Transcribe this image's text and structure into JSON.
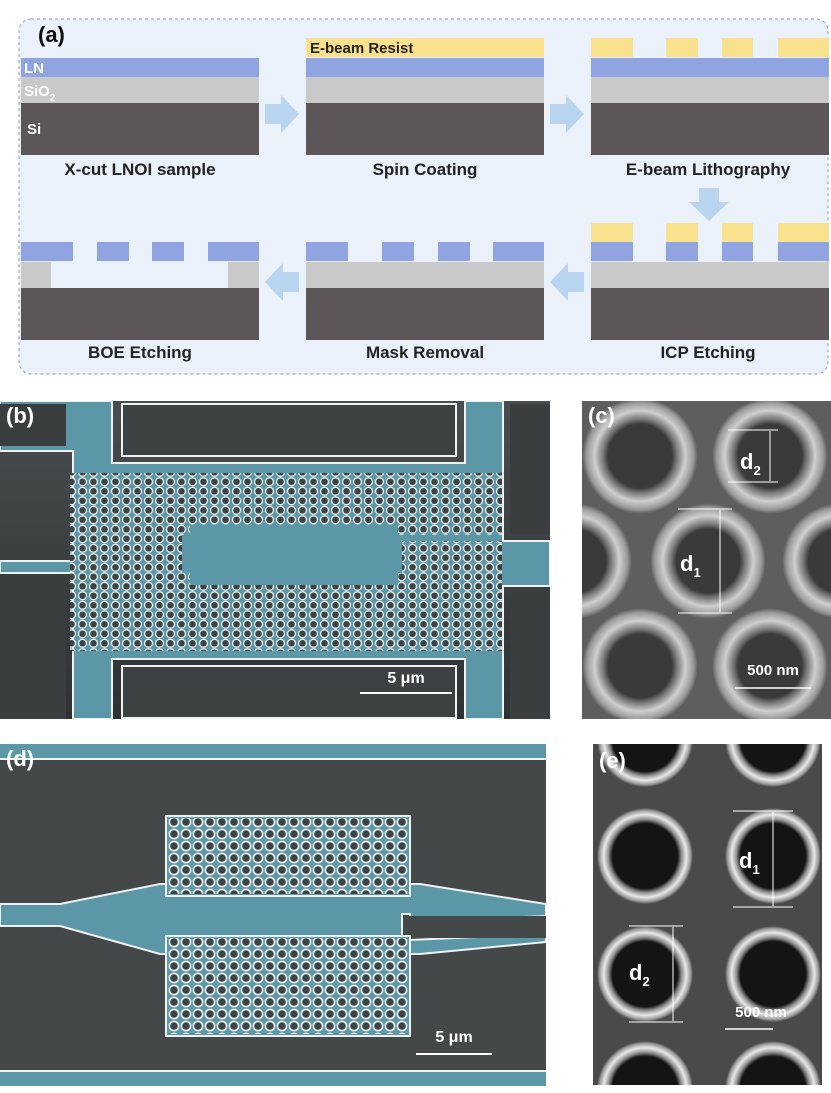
{
  "panel_a": {
    "label": "(a)",
    "layers": {
      "ln": "LN",
      "sio2_main": "SiO",
      "sio2_sub": "2",
      "si": "Si",
      "resist": "E-beam Resist"
    },
    "steps": [
      "X-cut LNOI sample",
      "Spin Coating",
      "E-beam Lithography",
      "BOE Etching",
      "Mask Removal",
      "ICP Etching"
    ],
    "colors": {
      "ln": "#8fa4e0",
      "sio2": "#c9c9c9",
      "si": "#5c5658",
      "resist": "#fae18e",
      "arrow": "#b9d4ee",
      "background": "#eaf1fa"
    }
  },
  "panel_b": {
    "label": "(b)",
    "scale_bar": "5 μm"
  },
  "panel_c": {
    "label": "(c)",
    "d1_main": "d",
    "d1_sub": "1",
    "d2_main": "d",
    "d2_sub": "2",
    "scale_bar": "500 nm"
  },
  "panel_d": {
    "label": "(d)",
    "scale_bar": "5 μm"
  },
  "panel_e": {
    "label": "(e)",
    "d1_main": "d",
    "d1_sub": "1",
    "d2_main": "d",
    "d2_sub": "2",
    "scale_bar": "500 nm"
  },
  "colors": {
    "device_teal": "#5b97a6",
    "sem_dark": "#3e4243",
    "hole_rim": "#eef2f2"
  }
}
